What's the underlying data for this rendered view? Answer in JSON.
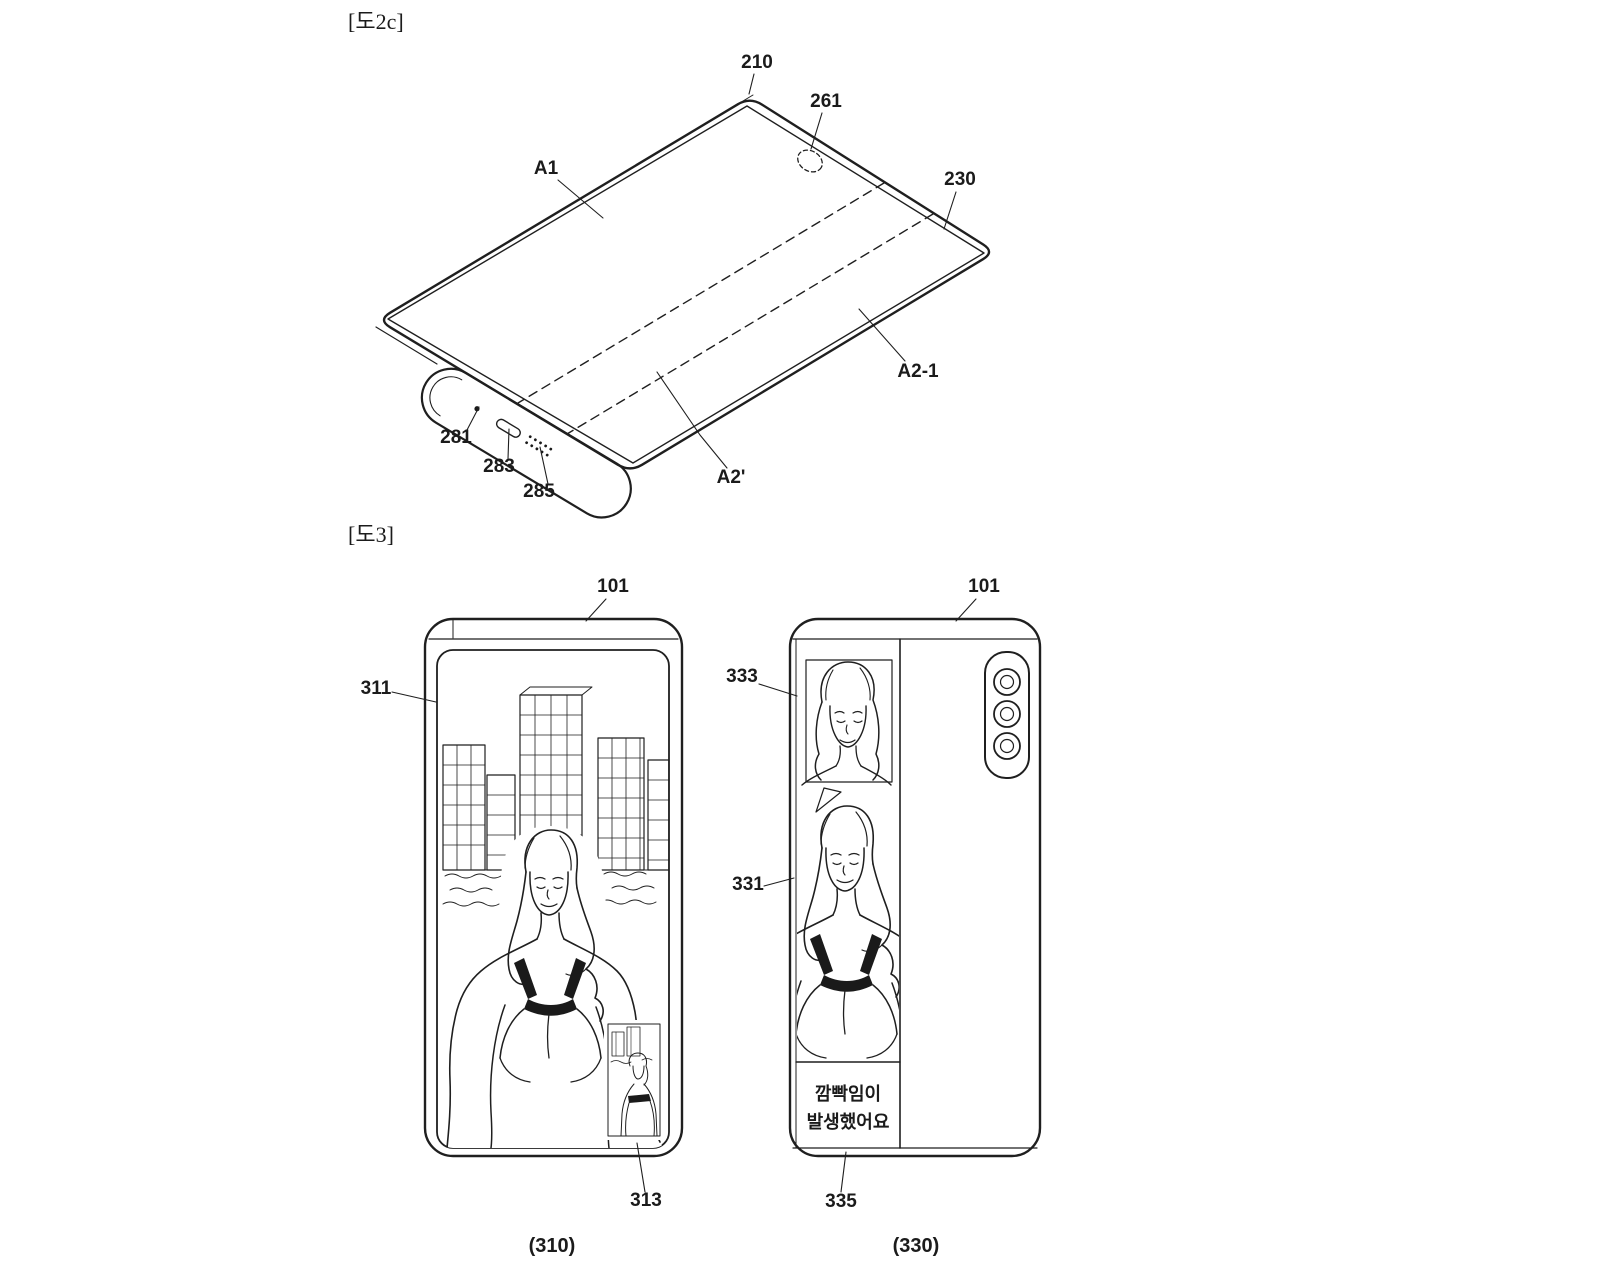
{
  "page": {
    "background": "#ffffff",
    "ink_color": "#1f1f1f"
  },
  "fig2c": {
    "title": "[도2c]",
    "labels": {
      "n210": "210",
      "n261": "261",
      "a1": "A1",
      "n230": "230",
      "n281": "281",
      "n283": "283",
      "n285": "285",
      "a2p": "A2'",
      "a2_1": "A2-1"
    }
  },
  "fig3": {
    "title": "[도3]",
    "left": {
      "n101": "101",
      "n311": "311",
      "n313": "313",
      "caption": "(310)"
    },
    "right": {
      "n101": "101",
      "n333": "333",
      "n331": "331",
      "n335": "335",
      "caption": "(330)",
      "message_line1": "깜빡임이",
      "message_line2": "발생했어요"
    }
  }
}
